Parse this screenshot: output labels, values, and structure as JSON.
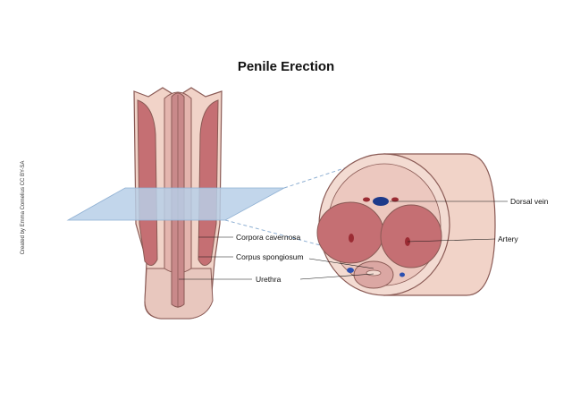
{
  "title": "Penile Erection",
  "credit": "Created by Emma Cornelius CC BY-SA",
  "labels": {
    "corpora_cavernosa": "Corpora cavernosa",
    "corpus_spongiosum": "Corpus spongiosum",
    "urethra": "Urethra",
    "dorsal_vein": "Dorsal vein",
    "artery": "Artery"
  },
  "colors": {
    "skin": "#f1d3c8",
    "outline": "#8a5a55",
    "erectile_tissue": "#c56f73",
    "plane": "#b7cfe8",
    "vein": "#1d3a8a",
    "artery": "#9b2b33"
  }
}
